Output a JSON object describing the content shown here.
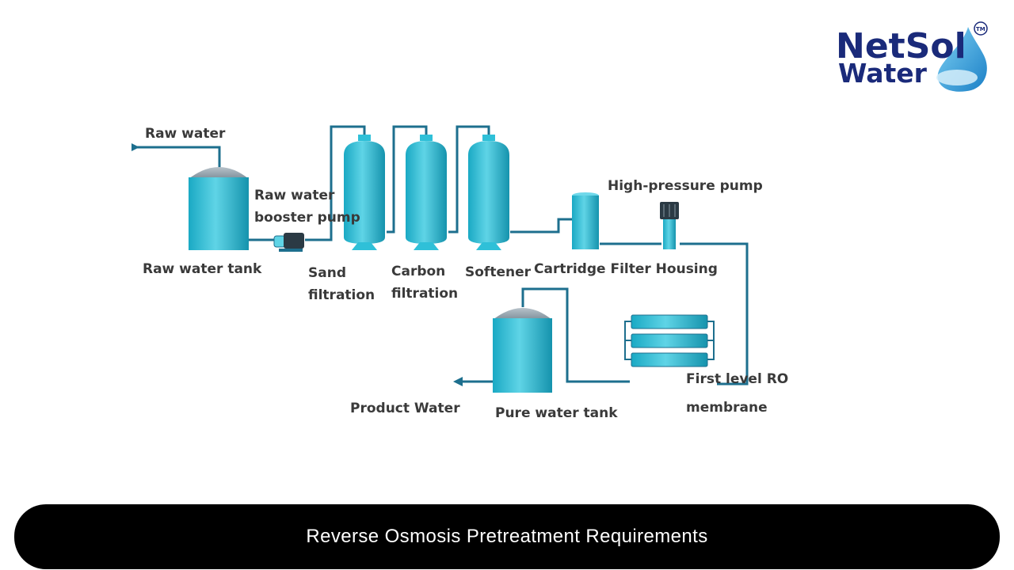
{
  "logo": {
    "line1": "NetSol",
    "line2": "Water",
    "trademark": "TM"
  },
  "diagram": {
    "labels": {
      "raw_water": "Raw water",
      "raw_water_tank": "Raw water tank",
      "booster_pump_line1": "Raw water",
      "booster_pump_line2": "booster pump",
      "sand_line1": "Sand",
      "sand_line2": "filtration",
      "carbon_line1": "Carbon",
      "carbon_line2": "filtration",
      "softener": "Softener",
      "cartridge": "Cartridge Filter Housing",
      "hp_pump": "High-pressure pump",
      "ro_line1": "First level RO",
      "ro_line2": "membrane",
      "pure_tank": "Pure water tank",
      "product_water": "Product Water"
    }
  },
  "banner": {
    "title": "Reverse Osmosis Pretreatment Requirements"
  },
  "colors": {
    "tank": "#2fc0d8",
    "pipe": "#1d6f8e",
    "dome": "#8a9aa6",
    "banner_bg": "#000000"
  }
}
